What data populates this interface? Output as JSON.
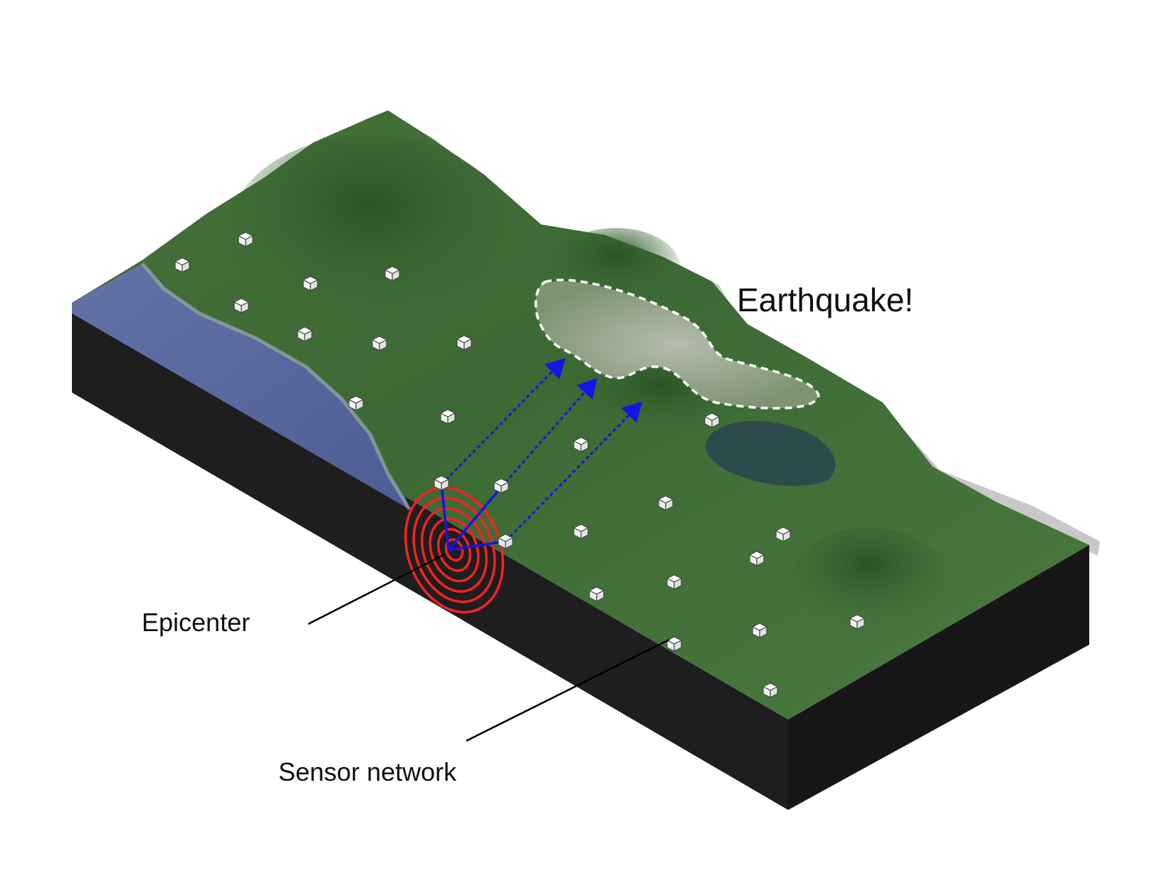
{
  "labels": {
    "earthquake": "Earthquake!",
    "epicenter": "Epicenter",
    "sensor_network": "Sensor network"
  },
  "colors": {
    "terrain_dark": "#2f5a2c",
    "terrain_mid": "#4f7a3c",
    "terrain_light": "#7f9a64",
    "sea": "#5b6b9e",
    "block_side": "#1e1e1e",
    "wave_rings": "#ff2020",
    "signal_arrows": "#1515e6",
    "city_outline": "#ffffff",
    "leader_lines": "#000000",
    "lake": "#2d4a4c",
    "city": "#b9bab4"
  },
  "icons": {
    "sensor": "sensor-box-icon",
    "epicenter": "concentric-rings-icon",
    "signal": "dashed-arrow-icon",
    "city_area": "dashed-outline-region"
  },
  "counts": {
    "sensors": 25,
    "signal_arrows": 3,
    "wave_rings": 6
  }
}
